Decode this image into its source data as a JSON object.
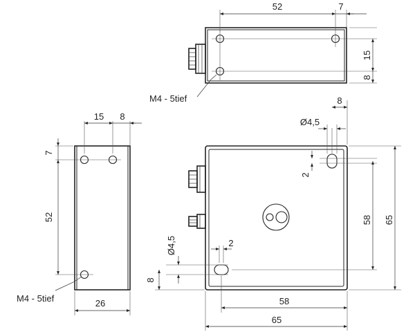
{
  "top_view": {
    "dim_width": "52",
    "dim_right_offset": "7",
    "dim_height": "15",
    "dim_bottom_offset": "8",
    "label_thread": "M4 - 5tief"
  },
  "side_view": {
    "dim_spacing": "15",
    "dim_right_offset": "8",
    "dim_top_offset": "7",
    "dim_height": "52",
    "dim_depth": "26",
    "label_thread": "M4 - 5tief"
  },
  "front_view": {
    "dim_slot_offset": "8",
    "dim_hole_dia_top": "Ø4,5",
    "dim_slot_len_top": "2",
    "dim_hole_dia_bottom": "Ø4,5",
    "dim_slot_len_bottom": "2",
    "dim_hole_height": "58",
    "dim_height": "65",
    "dim_hole_width": "58",
    "dim_width": "65",
    "dim_left_offset": "8"
  }
}
